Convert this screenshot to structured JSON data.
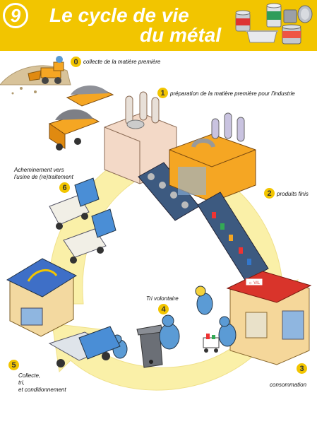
{
  "header": {
    "badge": "9",
    "title_line1": "Le cycle de vie",
    "title_line2": "du métal"
  },
  "steps": [
    {
      "number": "0",
      "label": "collecte de la matière première"
    },
    {
      "number": "1",
      "label": "préparation de la matière première pour l'industrie"
    },
    {
      "number": "2",
      "label": "produits finis"
    },
    {
      "number": "3",
      "label": "consommation"
    },
    {
      "number": "4",
      "label": "Tri volontaire"
    },
    {
      "number": "5",
      "label_lines": [
        "Collecte,",
        "tri,",
        "et conditionnement"
      ]
    },
    {
      "number": "6",
      "label_lines": [
        "Acheminement vers",
        "l'usine de (re)traitement"
      ]
    }
  ],
  "shop_sign": "☼ VIL",
  "colors": {
    "header": "#f2c500",
    "arrow": "#faf0a8",
    "factory_orange": "#f5a623",
    "shop_red": "#d9342b",
    "truck_blue": "#4a8ed6",
    "bird_blue": "#5b9bd5"
  }
}
